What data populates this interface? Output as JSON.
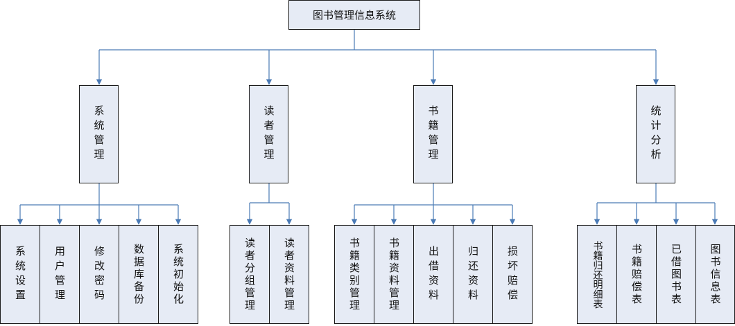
{
  "diagram": {
    "root": {
      "label": "图书管理信息系统"
    },
    "modules": [
      {
        "label": "系统管理",
        "children": [
          "系统设置",
          "用户管理",
          "修改密码",
          "数据库备份",
          "系统初始化"
        ]
      },
      {
        "label": "读者管理",
        "children": [
          "读者分组管理",
          "读者资料管理"
        ]
      },
      {
        "label": "书籍管理",
        "children": [
          "书籍类别管理",
          "书籍资料管理",
          "出借资料",
          "归还资料",
          "损坏赔偿"
        ]
      },
      {
        "label": "统计分析",
        "children": [
          "书籍归还明细表",
          "书籍赔偿表",
          "已借图书表",
          "图书信息表"
        ]
      }
    ],
    "colors": {
      "box_fill": "#e6ebf5",
      "box_border": "#1a1a1a",
      "connector": "#4a7ab5"
    }
  }
}
